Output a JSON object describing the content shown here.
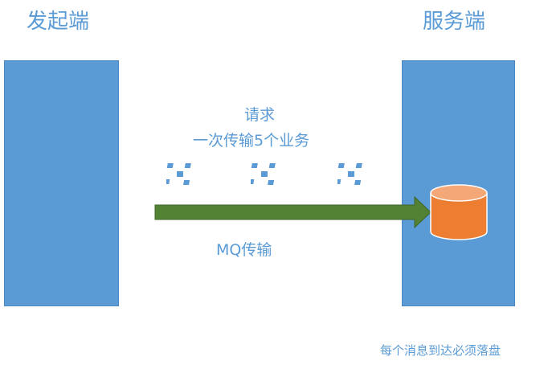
{
  "sender": {
    "title": "发起端"
  },
  "server": {
    "title": "服务端"
  },
  "request": {
    "line1": "请求",
    "line2": "一次传输5个业务"
  },
  "transport": {
    "label": "MQ传输"
  },
  "footer": {
    "note": "每个消息到达必须落盘"
  },
  "colors": {
    "panel": "#5b9bd5",
    "text": "#5b9bd5",
    "arrow": "#548235",
    "database": "#ed7d31",
    "message_icon": "#5b9bd5"
  },
  "icons": {
    "message": "envelope-scatter-icon",
    "database": "cylinder-database-icon",
    "arrow": "right-arrow-icon"
  }
}
